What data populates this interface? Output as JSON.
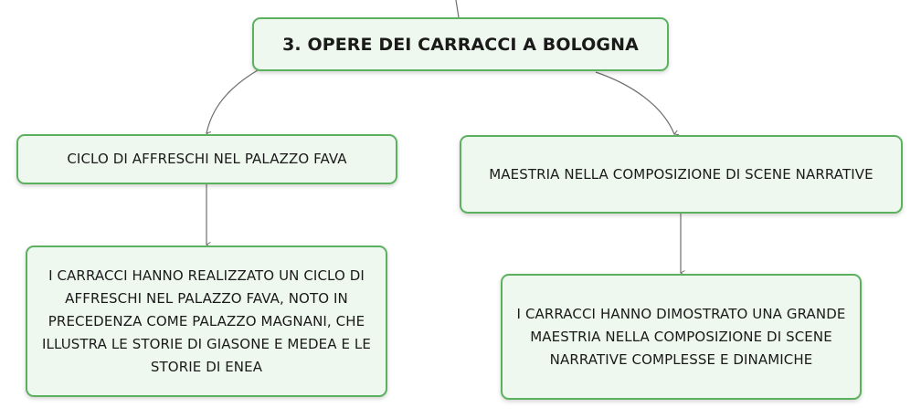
{
  "root": {
    "title": "3. OPERE DEI CARRACCI A BOLOGNA"
  },
  "left_branch": {
    "title": "CICLO DI AFFRESCHI NEL PALAZZO FAVA",
    "detail": "I CARRACCI HANNO REALIZZATO UN CICLO DI AFFRESCHI NEL PALAZZO FAVA, NOTO IN PRECEDENZA COME PALAZZO MAGNANI, CHE ILLUSTRA LE STORIE DI GIASONE E MEDEA E LE STORIE DI ENEA"
  },
  "right_branch": {
    "title": "MAESTRIA NELLA COMPOSIZIONE DI SCENE NARRATIVE",
    "detail": "I CARRACCI HANNO DIMOSTRATO UNA GRANDE MAESTRIA NELLA COMPOSIZIONE DI SCENE NARRATIVE COMPLESSE E DINAMICHE"
  },
  "colors": {
    "node_border": "#5cb15f",
    "node_fill": "#eef8ef",
    "connector": "#6e6e6e"
  }
}
